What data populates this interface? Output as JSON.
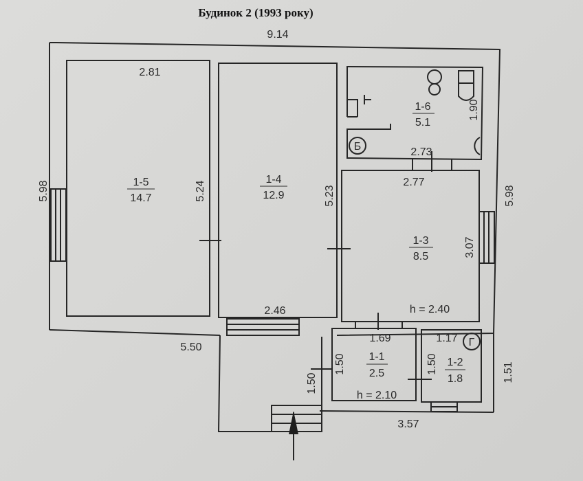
{
  "title": "Будинок 2 (1993 року)",
  "dimensions": {
    "overall_width": "9.14",
    "left_height": "5.98",
    "right_height": "5.98",
    "room_1_5_width": "2.81",
    "room_1_5_height": "5.24",
    "room_1_4_height": "5.23",
    "room_1_4_width": "2.46",
    "room_1_6_width": "2.73",
    "room_1_6_height": "1.90",
    "room_1_3_width": "2.77",
    "room_1_3_height": "3.07",
    "room_1_3_ceiling": "h = 2.40",
    "porch_width": "5.50",
    "porch_height": "1.50",
    "room_1_1_width": "1.69",
    "room_1_1_height": "1.50",
    "room_1_1_ceiling": "h = 2.10",
    "room_1_2_width": "1.17",
    "room_1_2_height": "1.50",
    "annex_height": "1.51",
    "annex_width": "3.57"
  },
  "rooms": [
    {
      "id": "1-5",
      "area": "14.7"
    },
    {
      "id": "1-4",
      "area": "12.9"
    },
    {
      "id": "1-6",
      "area": "5.1"
    },
    {
      "id": "1-3",
      "area": "8.5"
    },
    {
      "id": "1-1",
      "area": "2.5"
    },
    {
      "id": "1-2",
      "area": "1.8"
    }
  ],
  "symbols": {
    "boiler": "Б",
    "gas": "Г"
  }
}
